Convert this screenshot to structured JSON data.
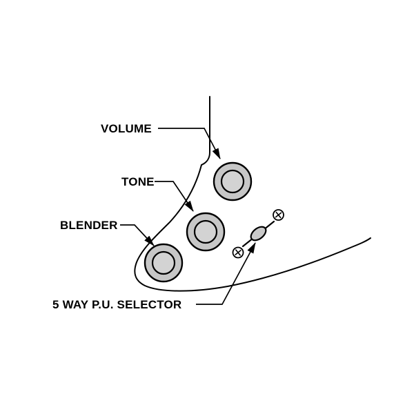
{
  "diagram": {
    "type": "guitar-controls-callout-diagram",
    "labels": {
      "volume": "VOLUME",
      "tone": "TONE",
      "blender": "BLENDER",
      "selector": "5 WAY P.U. SELECTOR"
    },
    "colors": {
      "background": "#ffffff",
      "line": "#000000",
      "knob_fill": "#c7c7c7",
      "knob_inner_fill": "#d3d3d3",
      "lever_fill": "#c9c9c9"
    }
  }
}
